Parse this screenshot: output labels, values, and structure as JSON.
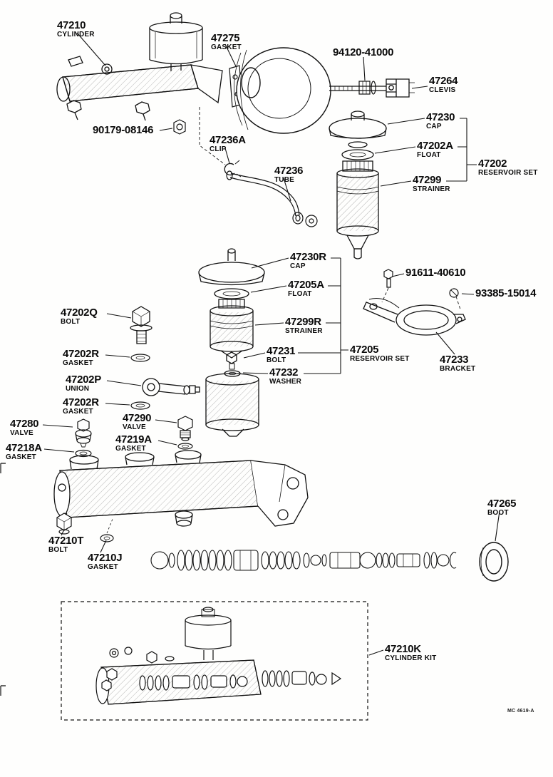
{
  "document": {
    "type": "parts-diagram",
    "footer_code": "MC 4619-A",
    "line_color": "#111111",
    "background": "#ffffff"
  },
  "parts": [
    {
      "number": "47210",
      "name": "CYLINDER"
    },
    {
      "number": "47275",
      "name": "GASKET"
    },
    {
      "number": "94120-41000",
      "name": ""
    },
    {
      "number": "47264",
      "name": "CLEVIS"
    },
    {
      "number": "90179-08146",
      "name": ""
    },
    {
      "number": "47230",
      "name": "CAP"
    },
    {
      "number": "47202A",
      "name": "FLOAT"
    },
    {
      "number": "47202",
      "name": "RESERVOIR SET"
    },
    {
      "number": "47236A",
      "name": "CLIP"
    },
    {
      "number": "47236",
      "name": "TUBE"
    },
    {
      "number": "47299",
      "name": "STRAINER"
    },
    {
      "number": "47230R",
      "name": "CAP"
    },
    {
      "number": "47205A",
      "name": "FLOAT"
    },
    {
      "number": "91611-40610",
      "name": ""
    },
    {
      "number": "93385-15014",
      "name": ""
    },
    {
      "number": "47202Q",
      "name": "BOLT"
    },
    {
      "number": "47299R",
      "name": "STRAINER"
    },
    {
      "number": "47202R",
      "name": "GASKET"
    },
    {
      "number": "47231",
      "name": "BOLT"
    },
    {
      "number": "47202P",
      "name": "UNION"
    },
    {
      "number": "47232",
      "name": "WASHER"
    },
    {
      "number": "47205",
      "name": "RESERVOIR SET"
    },
    {
      "number": "47233",
      "name": "BRACKET"
    },
    {
      "number": "47202R",
      "name": "GASKET"
    },
    {
      "number": "47280",
      "name": "VALVE"
    },
    {
      "number": "47290",
      "name": "VALVE"
    },
    {
      "number": "47218A",
      "name": "GASKET"
    },
    {
      "number": "47219A",
      "name": "GASKET"
    },
    {
      "number": "47265",
      "name": "BOOT"
    },
    {
      "number": "47210T",
      "name": "BOLT"
    },
    {
      "number": "47210J",
      "name": "GASKET"
    },
    {
      "number": "47210K",
      "name": "CYLINDER KIT"
    }
  ]
}
